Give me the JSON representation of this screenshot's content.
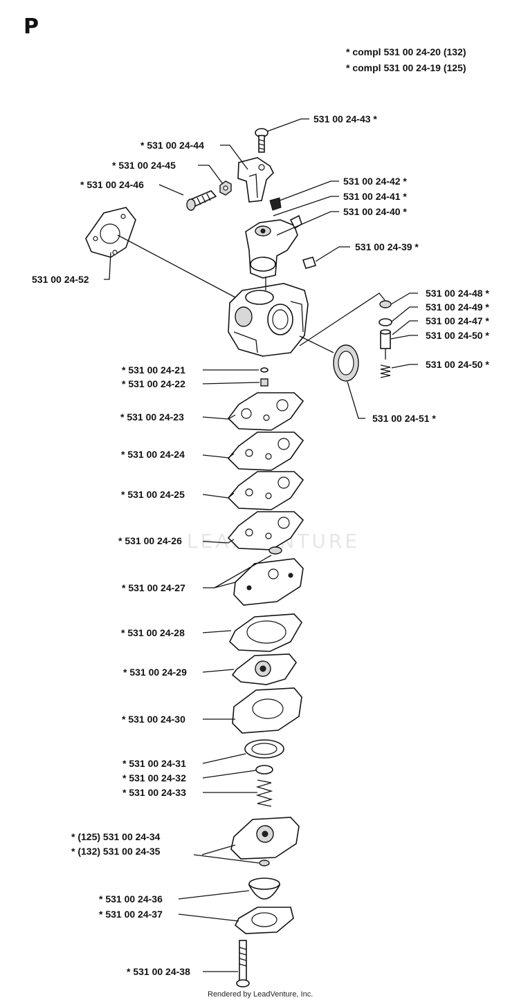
{
  "section_letter": "P",
  "header": {
    "line1": "*  compl 531 00 24-20 (132)",
    "line2": "*  compl 531 00 24-19 (125)"
  },
  "watermark": "LEADVENTURE",
  "footer": "Rendered by LeadVenture, Inc.",
  "labels": {
    "p43": "531 00 24-43  *",
    "p44": "*  531 00 24-44",
    "p45": "*  531 00 24-45",
    "p46": "*  531 00 24-46",
    "p42": "531 00 24-42  *",
    "p41": "531 00 24-41  *",
    "p40": "531 00 24-40  *",
    "p39": "531 00 24-39  *",
    "p52": "531 00 24-52",
    "p48": "531 00 24-48  *",
    "p49": "531 00 24-49  *",
    "p47": "531 00 24-47  *",
    "p50a": "531 00 24-50  *",
    "p50b": "531 00 24-50  *",
    "p51": "531 00 24-51  *",
    "p21": "*  531 00 24-21",
    "p22": "*  531 00 24-22",
    "p23": "*  531 00 24-23",
    "p24": "*  531 00 24-24",
    "p25": "*  531 00 24-25",
    "p26": "*  531 00 24-26",
    "p27": "*  531 00 24-27",
    "p28": "*  531 00 24-28",
    "p29": "*  531 00 24-29",
    "p30": "*  531 00 24-30",
    "p31": "*  531 00 24-31",
    "p32": "*  531 00 24-32",
    "p33": "*  531 00 24-33",
    "p34": "*  (125) 531 00 24-34",
    "p35": "*  (132) 531 00 24-35",
    "p36": "*  531 00 24-36",
    "p37": "*  531 00 24-37",
    "p38": "*  531 00 24-38"
  }
}
